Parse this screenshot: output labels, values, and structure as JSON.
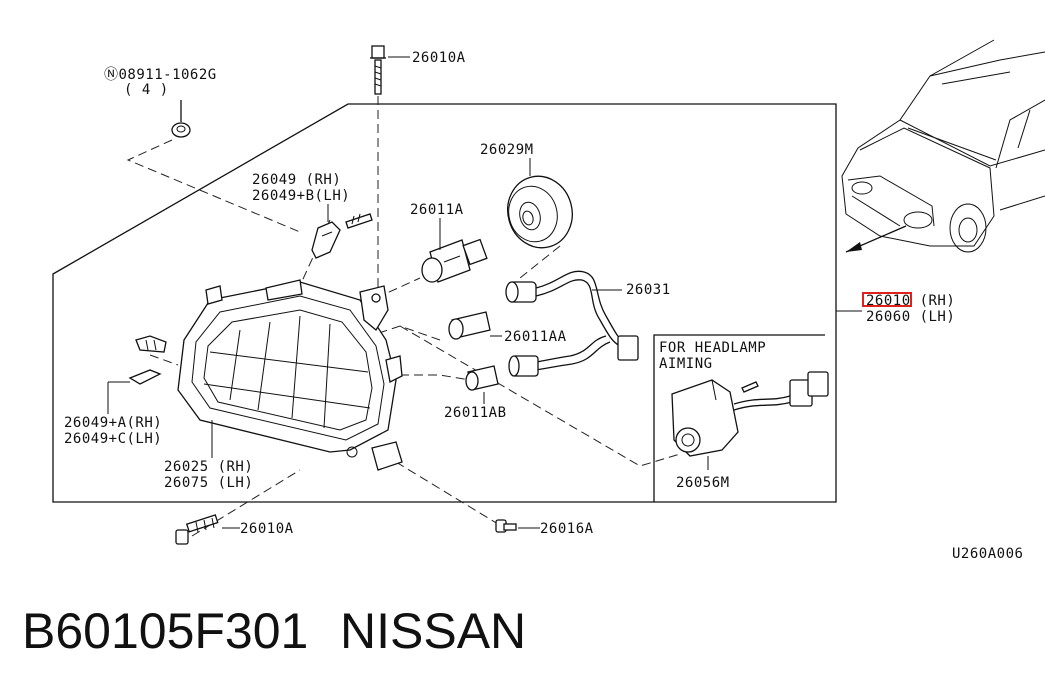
{
  "diagram_code": "U260A006",
  "part_number_line": {
    "part_no": "B60105F301",
    "brand": "NISSAN"
  },
  "section_label": {
    "line1": "FOR HEADLAMP",
    "line2": "AIMING"
  },
  "callouts": {
    "c_26010A_top": "26010A",
    "c_nut": "Ⓝ08911-1062G",
    "c_nut_qty": "( 4 )",
    "c_26049_rh": "26049   (RH)",
    "c_26049b_lh": "26049+B(LH)",
    "c_26029M": "26029M",
    "c_26011A": "26011A",
    "c_26031": "26031",
    "c_26011AA": "26011AA",
    "c_26011AB": "26011AB",
    "c_26010_rh": "26010 (RH)",
    "c_26060_lh": "26060 (LH)",
    "c_26049a_rh": "26049+A(RH)",
    "c_26049c_lh": "26049+C(LH)",
    "c_26025_rh": "26025 (RH)",
    "c_26075_lh": "26075 (LH)",
    "c_26056M": "26056M",
    "c_26010A_bottom": "26010A",
    "c_26016A": "26016A"
  },
  "highlight_color": "#e0201a"
}
